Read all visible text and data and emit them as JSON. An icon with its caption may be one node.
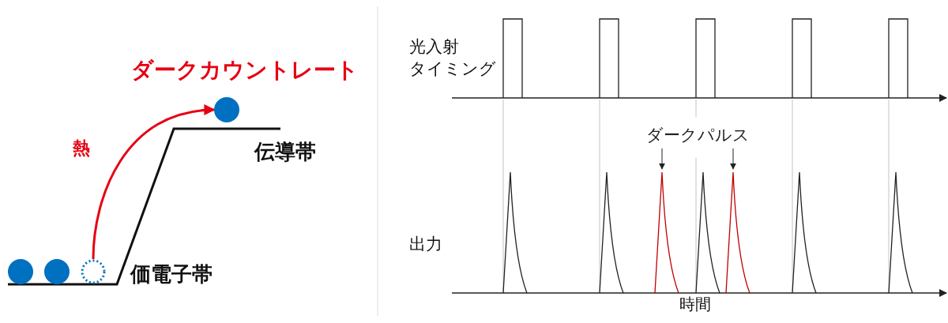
{
  "diagram": {
    "nodes": [
      {
        "text": [],
        "shape": "circle"
      },
      {
        "text": [],
        "shape": "circle"
      },
      {
        "text": [],
        "shape": "circle"
      },
      {
        "text": [],
        "shape": "circle"
      },
      {
        "text": [
          "ダークパルス"
        ]
      },
      {
        "text": [],
        "shape": "peak"
      },
      {
        "text": [],
        "shape": "peak"
      }
    ],
    "edges": [
      {
        "from": 2,
        "to": 3,
        "arrow": "to",
        "label": "熱",
        "color": "#e60012",
        "style": "thick"
      },
      {
        "from": 4,
        "to": 5,
        "arrow": "to"
      },
      {
        "from": 4,
        "to": 6,
        "arrow": "to"
      }
    ],
    "labels": [
      "ダークカウントレート",
      "伝導帯",
      "価電子帯",
      "光入射",
      "タイミング",
      "出力",
      "時間"
    ]
  }
}
